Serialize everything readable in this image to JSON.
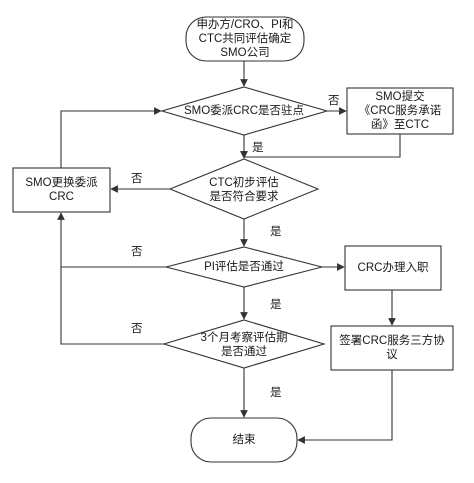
{
  "nodes": {
    "start": "申办方/CRO、PI和\nCTC共同评估确定\nSMO公司",
    "smo_assign": "SMO委派CRC是否驻点",
    "smo_submit": "SMO提交\n《CRC服务承诺\n函》至CTC",
    "smo_replace": "SMO更换委派\nCRC",
    "ctc_eval": "CTC初步评估\n是否符合要求",
    "pi_eval": "PI评估是否通过",
    "crc_onboard": "CRC办理入职",
    "trial_period": "3个月考察评估期\n是否通过",
    "sign": "签署CRC服务三方协\n议",
    "end": "结束"
  },
  "edge_labels": {
    "assign_no": "否",
    "assign_yes": "是",
    "ctc_no": "否",
    "ctc_yes": "是",
    "pi_no": "否",
    "pi_yes": "是",
    "trial_no": "否",
    "trial_yes": "是"
  }
}
